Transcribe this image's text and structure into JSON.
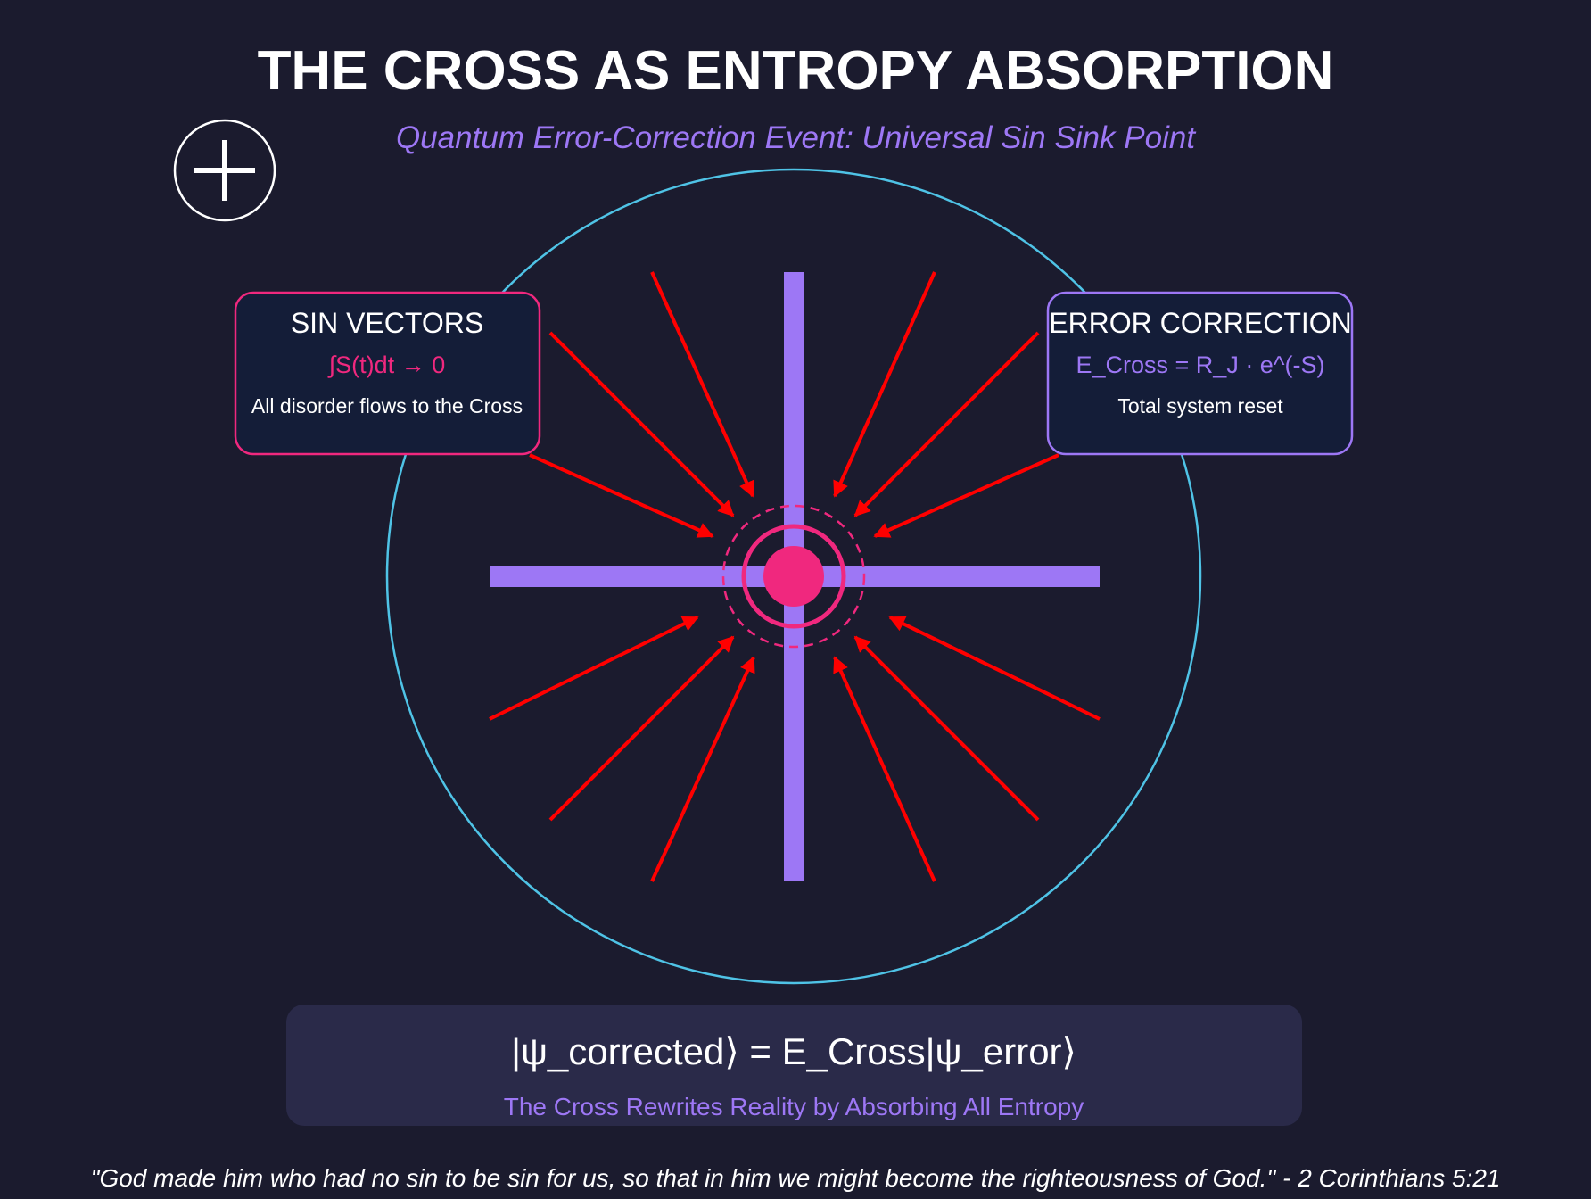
{
  "title": "THE CROSS AS ENTROPY ABSORPTION",
  "subtitle": "Quantum Error-Correction Event: Universal Sin Sink Point",
  "sin_box": {
    "heading": "SIN VECTORS",
    "formula": "∫S(t)dt → 0",
    "description": "All disorder flows to the Cross"
  },
  "correction_box": {
    "heading": "ERROR CORRECTION",
    "formula": "E_Cross = R_J · e^(-S)",
    "description": "Total system reset"
  },
  "equation_panel": {
    "equation": "|ψ_corrected⟩ = E_Cross|ψ_error⟩",
    "caption": "The Cross Rewrites Reality by Absorbing All Entropy"
  },
  "quote": "\"God made him who had no sin to be sin for us, so that in him we might become the righteousness of God.\" - 2 Corinthians 5:21",
  "icons": {
    "corner": "cross-in-circle-icon"
  },
  "colors": {
    "background": "#1b1b2e",
    "outer_circle": "#4fc3e6",
    "cross": "#9d77f5",
    "arrows": "#ff0000",
    "sink_point": "#f0287e",
    "box_fill": "#141d38",
    "panel_fill": "#2a2a49"
  },
  "arrow_count": 12
}
